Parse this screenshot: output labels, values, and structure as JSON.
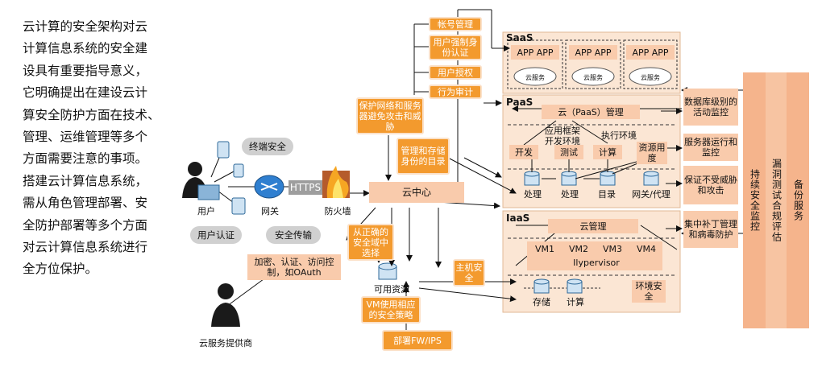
{
  "intro_lines": [
    "云计算的安全架构对云",
    "计算信息系统的安全建",
    "设具有重要指导意义，",
    "它明确提出在建设云计",
    "算安全防护方面在技术、",
    "管理、运维管理等多个",
    "方面需要注意的事项。",
    "搭建云计算信息系统，",
    "需从角色管理部署、安",
    "全防护部署等多个方面",
    "对云计算信息系统进行",
    "全方位保护。"
  ],
  "left": {
    "terminal_security": "终端安全",
    "user": "用户",
    "gateway": "网关",
    "firewall": "防火墙",
    "https": "HTTPS",
    "user_auth": "用户认证",
    "secure_transport": "安全传输",
    "encryption_note": "加密、认证、访问控制，如OAuth",
    "provider": "云服务提供商"
  },
  "center": {
    "account_mgmt": "帐号管理",
    "strong_auth": "用户强制身份认证",
    "authorization": "用户授权",
    "audit": "行为审计",
    "protect_network": "保护网络和服务器避免攻击和威胁",
    "identity_mgmt": "管理和存储身份的目录",
    "cloud_center": "云中心",
    "secure_domain": "从正确的安全域中选择",
    "available_resources": "可用资源",
    "host_security": "主机安全",
    "vm_policy": "VM使用相应的安全策略",
    "deploy_fw": "部署FW/IPS"
  },
  "saas": {
    "title": "SaaS",
    "app": "APP",
    "cloud_service": "云服务"
  },
  "paas": {
    "title": "PaaS",
    "cloud_mgmt": "云（PaaS）管理",
    "app_framework": "应用框架",
    "dev_env": "开发环境",
    "exec_env": "执行环境",
    "develop": "开发",
    "test": "测试",
    "compute": "计算",
    "resource_usage": "资源用度",
    "process": "处理",
    "directory": "目录",
    "gateway_proxy": "网关/代理"
  },
  "iaas": {
    "title": "IaaS",
    "cloud_mgmt": "云管理",
    "vms": [
      "VM1",
      "VM2",
      "VM3",
      "VM4"
    ],
    "hypervisor": "Ilypervisor",
    "storage": "存储",
    "compute": "计算",
    "env_security": "环境安全"
  },
  "right_notes": [
    "数据库级别的活动监控",
    "服务器运行和监控",
    "保证不受威胁和攻击",
    "集中补丁管理和病毒防护"
  ],
  "strips": [
    "持续安全监控",
    "漏洞测试合规评估",
    "备份服务"
  ],
  "colors": {
    "peach": "#f9cbac",
    "orange": "#f39a2e",
    "layer_bg": "#fbe6d4",
    "pill_gray": "#d0d0d0"
  }
}
